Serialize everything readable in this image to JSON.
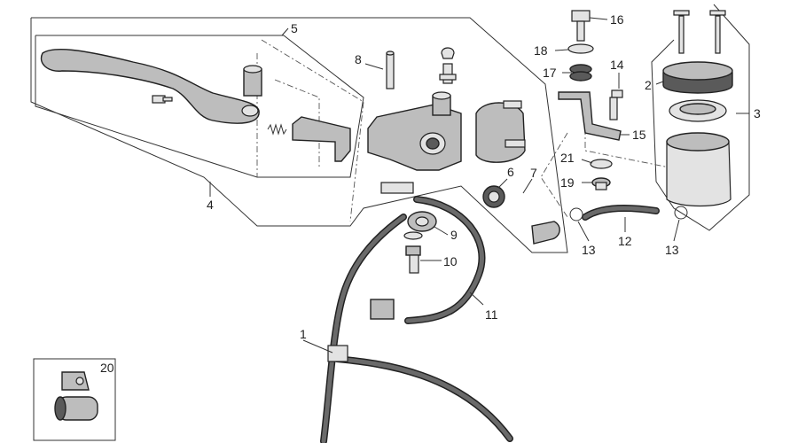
{
  "callouts": [
    {
      "id": "c1",
      "text": "1"
    },
    {
      "id": "c2",
      "text": "2"
    },
    {
      "id": "c3",
      "text": "3"
    },
    {
      "id": "c4",
      "text": "4"
    },
    {
      "id": "c5",
      "text": "5"
    },
    {
      "id": "c6",
      "text": "6"
    },
    {
      "id": "c7",
      "text": "7"
    },
    {
      "id": "c8",
      "text": "8"
    },
    {
      "id": "c9",
      "text": "9"
    },
    {
      "id": "c10",
      "text": "10"
    },
    {
      "id": "c11",
      "text": "11"
    },
    {
      "id": "c12",
      "text": "12"
    },
    {
      "id": "c13a",
      "text": "13"
    },
    {
      "id": "c13b",
      "text": "13"
    },
    {
      "id": "c14",
      "text": "14"
    },
    {
      "id": "c15",
      "text": "15"
    },
    {
      "id": "c16",
      "text": "16"
    },
    {
      "id": "c17",
      "text": "17"
    },
    {
      "id": "c18",
      "text": "18"
    },
    {
      "id": "c19",
      "text": "19"
    },
    {
      "id": "c20",
      "text": "20"
    },
    {
      "id": "c21",
      "text": "21"
    }
  ],
  "colors": {
    "line": "#222222",
    "part_fill": "#bdbdbd",
    "part_dark": "#5a5a5a",
    "background": "#ffffff"
  }
}
